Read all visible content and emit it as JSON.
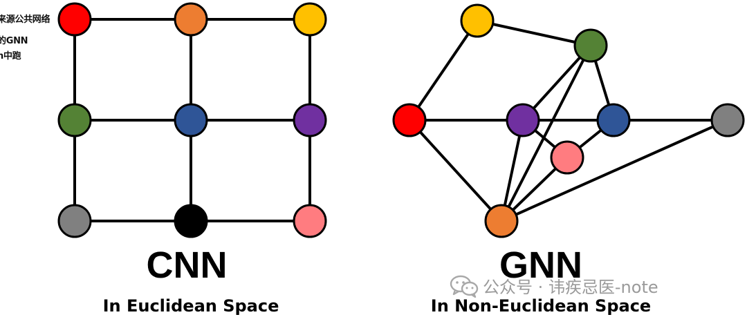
{
  "overlay": {
    "line1": "来源公共网络",
    "line2": "的GNN",
    "line3": "n中跑"
  },
  "cnn": {
    "title": "CNN",
    "subtitle": "In Euclidean Space",
    "nodes": [
      {
        "id": "c-red",
        "color": "#ff0000"
      },
      {
        "id": "c-orange",
        "color": "#ed7d31"
      },
      {
        "id": "c-yellow",
        "color": "#ffc000"
      },
      {
        "id": "c-green",
        "color": "#548235"
      },
      {
        "id": "c-blue",
        "color": "#2f5597"
      },
      {
        "id": "c-purple",
        "color": "#7030a0"
      },
      {
        "id": "c-gray",
        "color": "#808080"
      },
      {
        "id": "c-black",
        "color": "#000000"
      },
      {
        "id": "c-pink",
        "color": "#ff7c80"
      }
    ]
  },
  "gnn": {
    "title": "GNN",
    "subtitle": "In Non-Euclidean Space",
    "nodes": [
      {
        "id": "g-yellow",
        "color": "#ffc000"
      },
      {
        "id": "g-green",
        "color": "#548235"
      },
      {
        "id": "g-red",
        "color": "#ff0000"
      },
      {
        "id": "g-purple",
        "color": "#7030a0"
      },
      {
        "id": "g-blue",
        "color": "#2f5597"
      },
      {
        "id": "g-gray",
        "color": "#808080"
      },
      {
        "id": "g-pink",
        "color": "#ff7c80"
      },
      {
        "id": "g-orange",
        "color": "#ed7d31"
      }
    ]
  },
  "watermark": {
    "text": "公众号 · 讳疾忌医-note",
    "icon": "wechat-icon"
  }
}
